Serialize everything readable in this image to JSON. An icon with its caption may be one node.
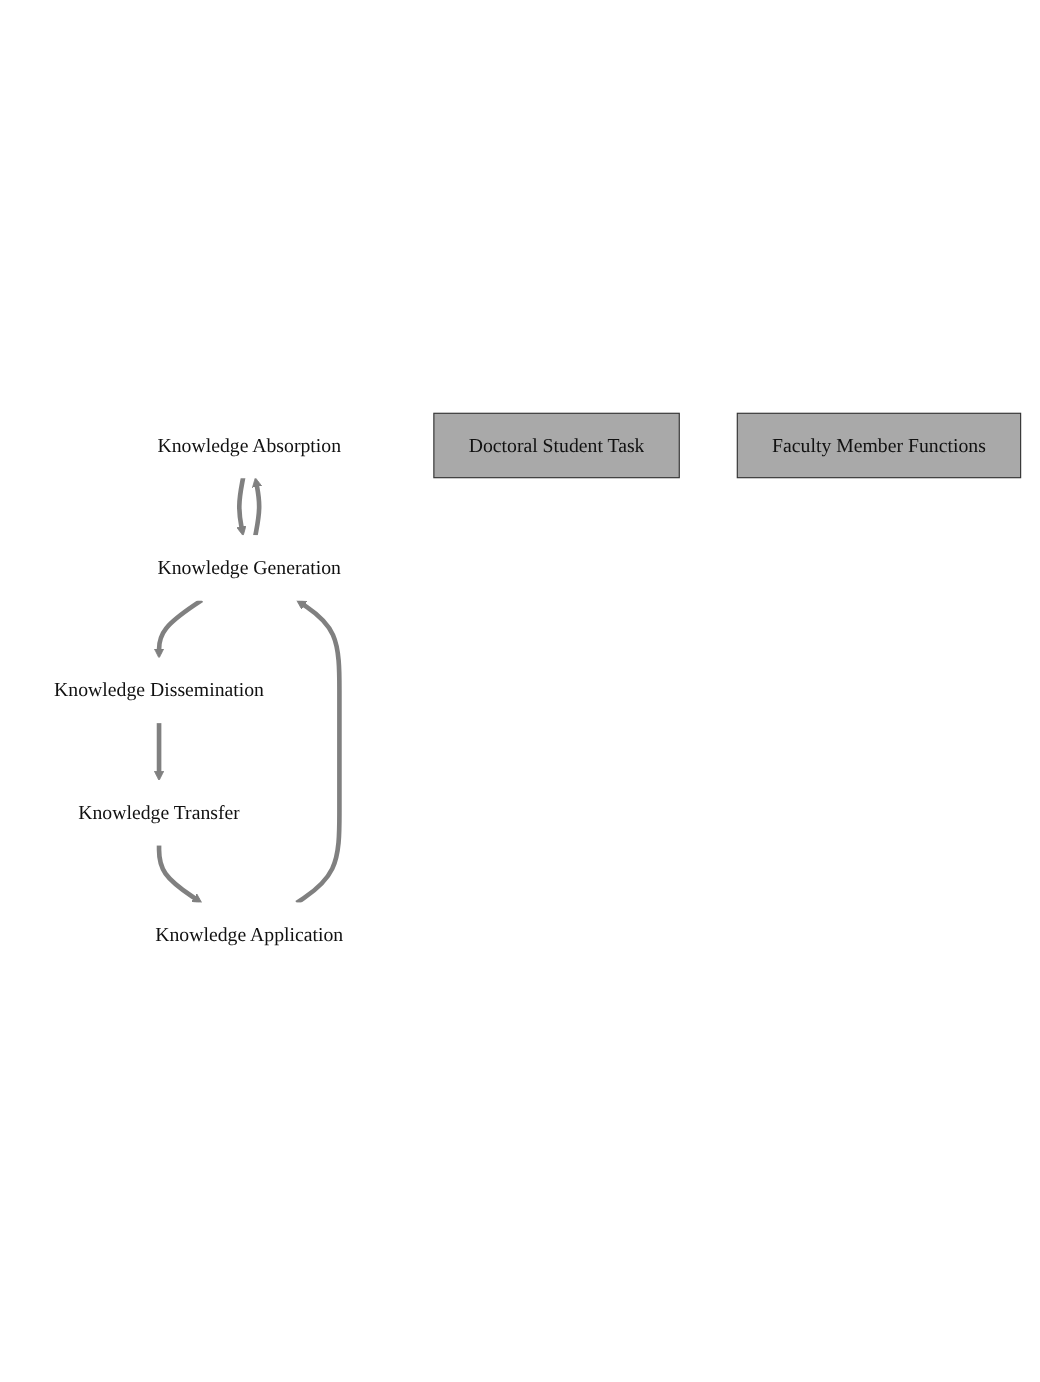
{
  "diagram": {
    "nodes": [
      {
        "text": [
          "Knowledge Absorption"
        ]
      },
      {
        "text": [
          "Doctoral Student Task"
        ]
      },
      {
        "text": [
          "Knowledge Generation"
        ]
      },
      {
        "text": [
          "Knowledge Application"
        ]
      },
      {
        "text": [
          "Faculty Member Functions"
        ]
      },
      {
        "text": [
          "Knowledge Dissemination"
        ]
      },
      {
        "text": [
          "Knowledge Transfer"
        ]
      }
    ],
    "edges": [
      {
        "from": 0,
        "to": 2,
        "arrow": "to"
      },
      {
        "from": 2,
        "to": 0,
        "arrow": "to"
      },
      {
        "from": 2,
        "to": 5,
        "arrow": "to"
      },
      {
        "from": 5,
        "to": 6,
        "arrow": "to"
      },
      {
        "from": 6,
        "to": 3,
        "arrow": "to"
      },
      {
        "from": 3,
        "to": 2,
        "arrow": "to"
      }
    ]
  }
}
